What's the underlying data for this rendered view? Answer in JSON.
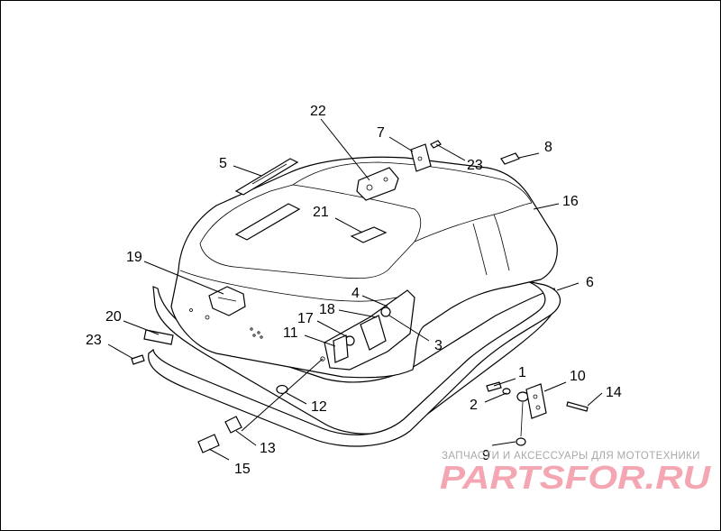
{
  "diagram": {
    "callouts": [
      "1",
      "2",
      "3",
      "4",
      "5",
      "6",
      "7",
      "8",
      "9",
      "10",
      "11",
      "12",
      "13",
      "14",
      "15",
      "16",
      "17",
      "18",
      "19",
      "20",
      "21",
      "22",
      "23",
      "23"
    ]
  },
  "watermark": {
    "tagline": "ЗАПЧАСТИ И АКСЕССУАРЫ ДЛЯ МОТОТЕХНИКИ",
    "brand": "PARTSFOR.RU"
  }
}
